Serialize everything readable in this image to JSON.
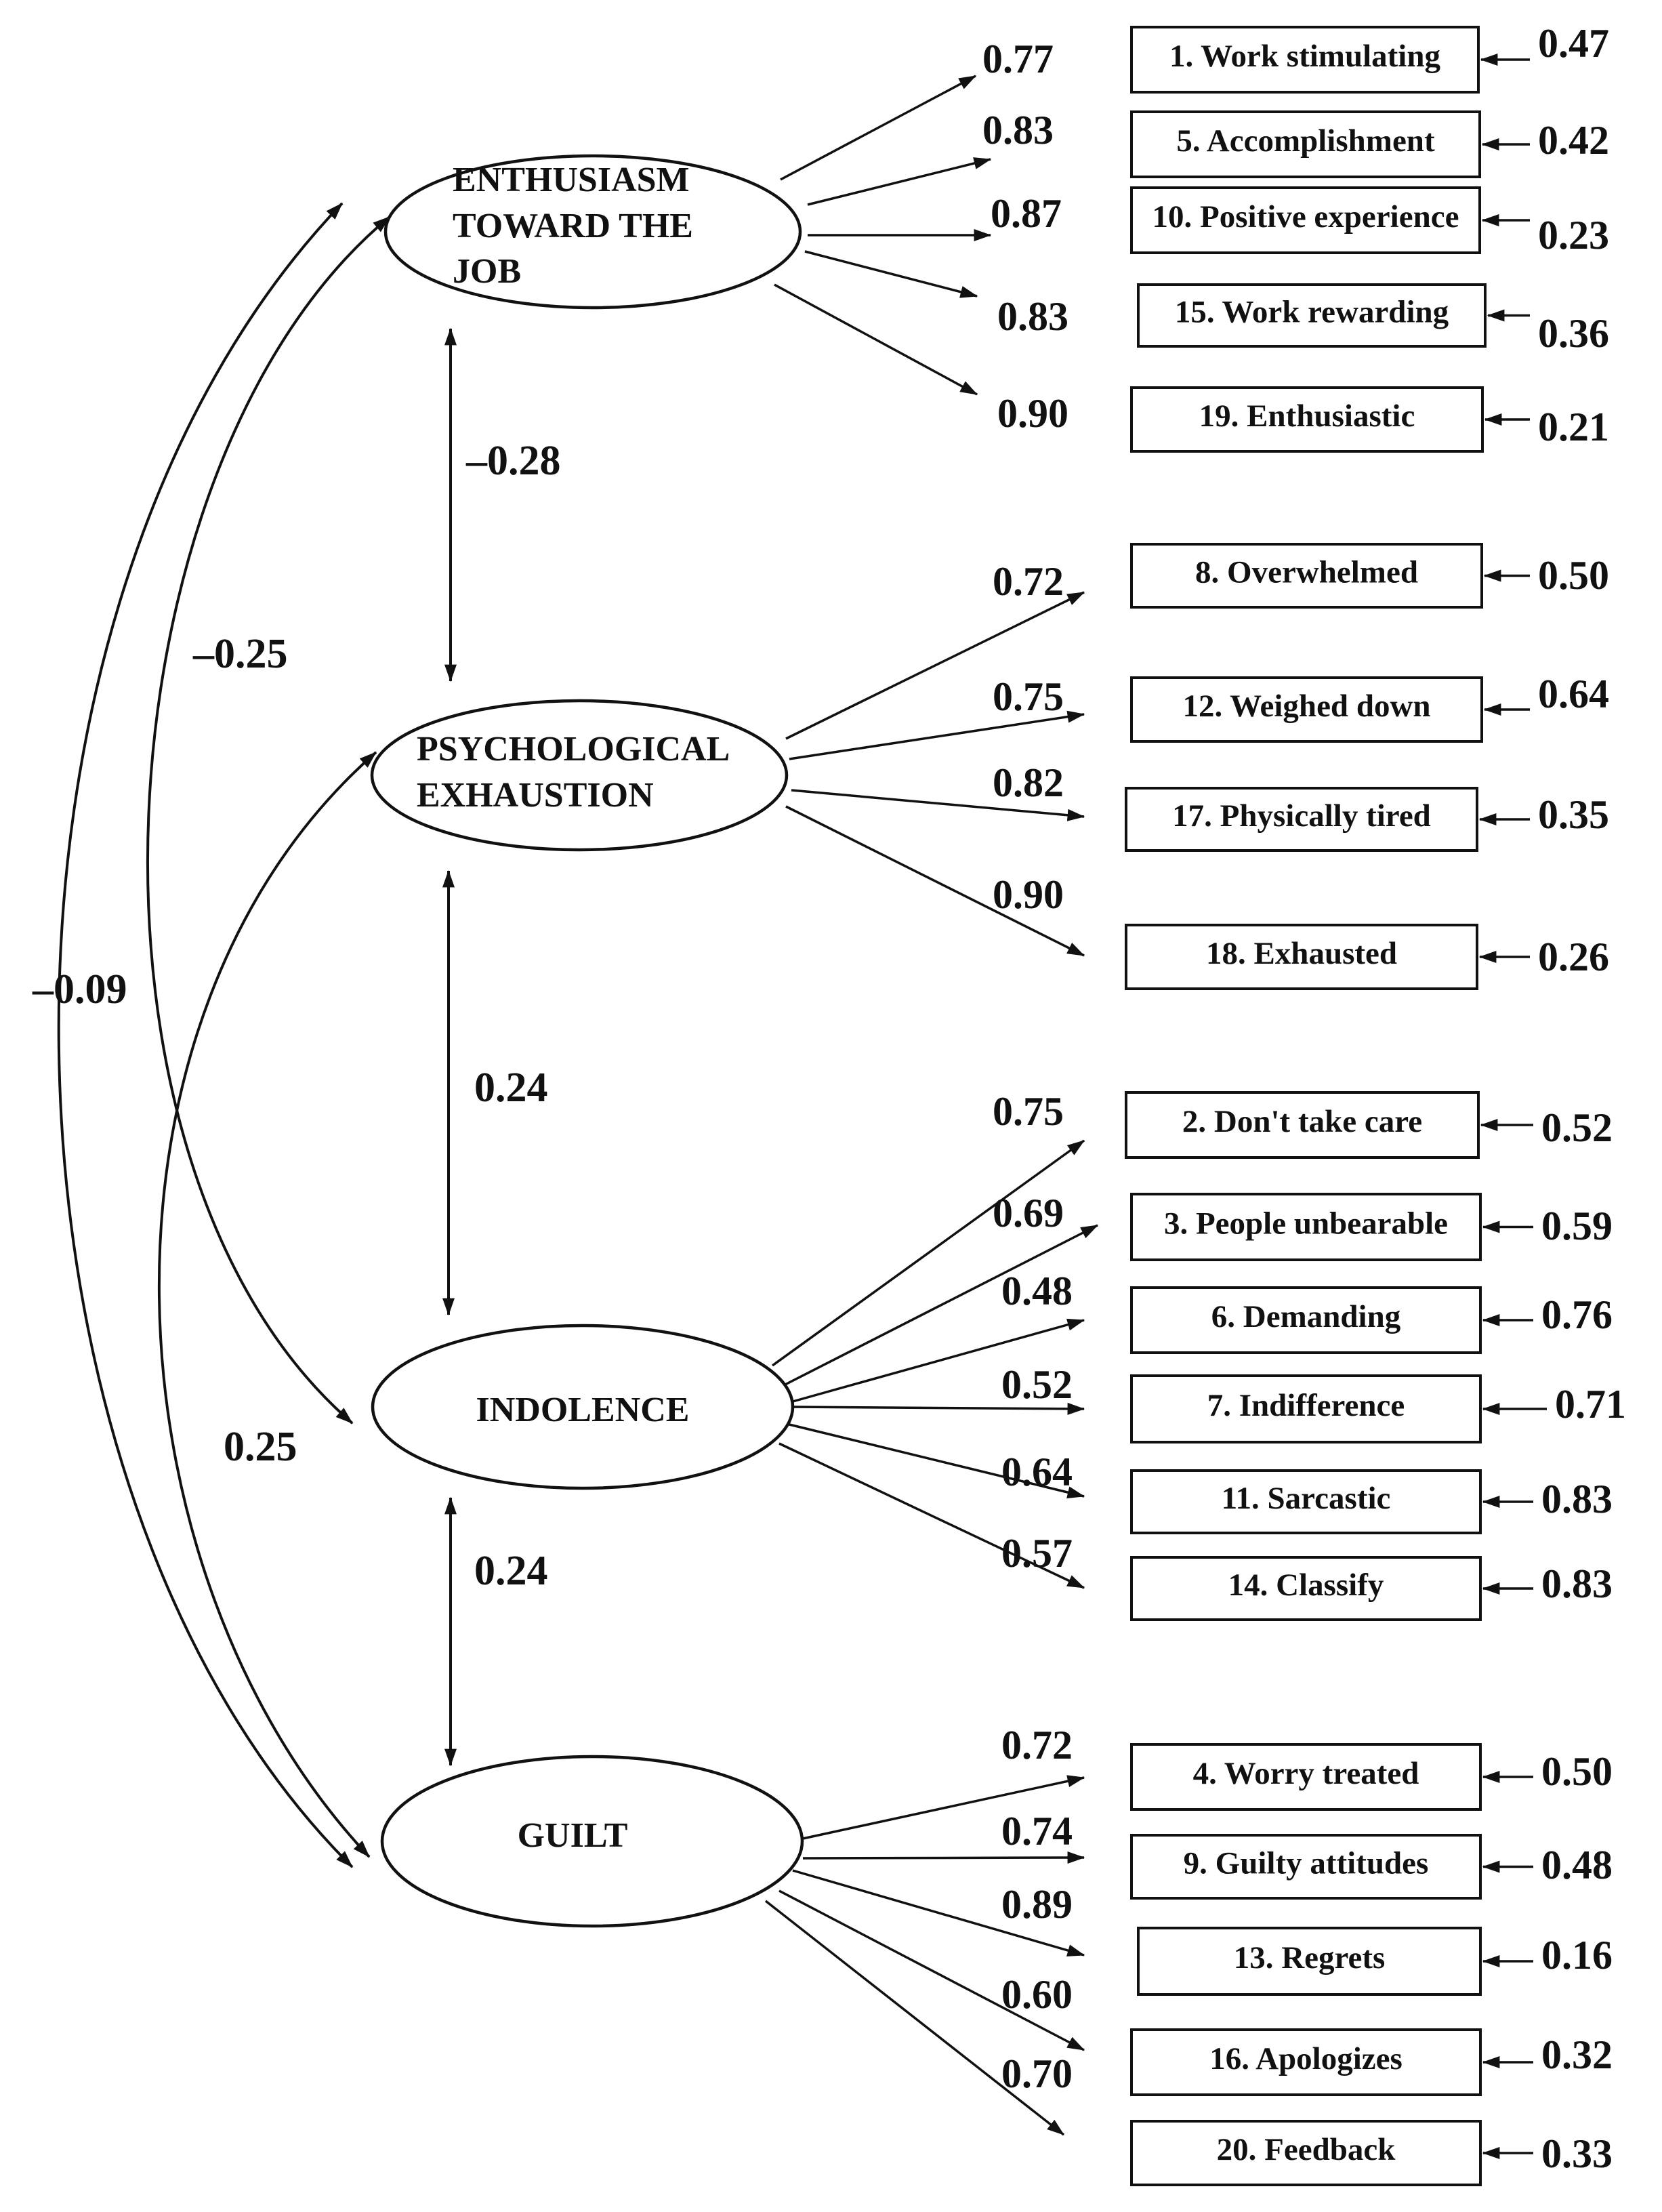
{
  "factors": [
    {
      "id": "enthusiasm",
      "label_lines": [
        "ENTHUSIASM",
        "TOWARD THE",
        "JOB"
      ]
    },
    {
      "id": "exhaustion",
      "label_lines": [
        "PSYCHOLOGICAL",
        "EXHAUSTION"
      ]
    },
    {
      "id": "indolence",
      "label_lines": [
        "INDOLENCE"
      ]
    },
    {
      "id": "guilt",
      "label_lines": [
        "GUILT"
      ]
    }
  ],
  "items": [
    {
      "factor": "enthusiasm",
      "label": "1. Work stimulating",
      "loading": "0.77",
      "error": "0.47"
    },
    {
      "factor": "enthusiasm",
      "label": "5. Accomplishment",
      "loading": "0.83",
      "error": "0.42"
    },
    {
      "factor": "enthusiasm",
      "label": "10. Positive experience",
      "loading": "0.87",
      "error": "0.23"
    },
    {
      "factor": "enthusiasm",
      "label": "15. Work rewarding",
      "loading": "0.83",
      "error": "0.36"
    },
    {
      "factor": "enthusiasm",
      "label": "19. Enthusiastic",
      "loading": "0.90",
      "error": "0.21"
    },
    {
      "factor": "exhaustion",
      "label": "8. Overwhelmed",
      "loading": "0.72",
      "error": "0.50"
    },
    {
      "factor": "exhaustion",
      "label": "12. Weighed down",
      "loading": "0.75",
      "error": "0.64"
    },
    {
      "factor": "exhaustion",
      "label": "17. Physically tired",
      "loading": "0.82",
      "error": "0.35"
    },
    {
      "factor": "exhaustion",
      "label": "18. Exhausted",
      "loading": "0.90",
      "error": "0.26"
    },
    {
      "factor": "indolence",
      "label": "2. Don't take care",
      "loading": "0.75",
      "error": "0.52"
    },
    {
      "factor": "indolence",
      "label": "3. People unbearable",
      "loading": "0.69",
      "error": "0.59"
    },
    {
      "factor": "indolence",
      "label": "6. Demanding",
      "loading": "0.48",
      "error": "0.76"
    },
    {
      "factor": "indolence",
      "label": "7.  Indifference",
      "loading": "0.52",
      "error": "0.71"
    },
    {
      "factor": "indolence",
      "label": "11. Sarcastic",
      "loading": "0.64",
      "error": "0.83"
    },
    {
      "factor": "indolence",
      "label": "14. Classify",
      "loading": "0.57",
      "error": "0.83"
    },
    {
      "factor": "guilt",
      "label": "4. Worry treated",
      "loading": "0.72",
      "error": "0.50"
    },
    {
      "factor": "guilt",
      "label": "9. Guilty attitudes",
      "loading": "0.74",
      "error": "0.48"
    },
    {
      "factor": "guilt",
      "label": "13. Regrets",
      "loading": "0.89",
      "error": "0.16"
    },
    {
      "factor": "guilt",
      "label": "16. Apologizes",
      "loading": "0.60",
      "error": "0.32"
    },
    {
      "factor": "guilt",
      "label": "20. Feedback",
      "loading": "0.70",
      "error": "0.33"
    }
  ],
  "correlations": [
    {
      "from": "enthusiasm",
      "to": "exhaustion",
      "value": "–0.28"
    },
    {
      "from": "exhaustion",
      "to": "indolence",
      "value": "0.24"
    },
    {
      "from": "indolence",
      "to": "guilt",
      "value": "0.24"
    },
    {
      "from": "enthusiasm",
      "to": "indolence",
      "value": "–0.25"
    },
    {
      "from": "exhaustion",
      "to": "guilt",
      "value": "0.25"
    },
    {
      "from": "enthusiasm",
      "to": "guilt",
      "value": "–0.09"
    }
  ],
  "colors": {
    "ink": "#111111",
    "background": "#ffffff"
  }
}
